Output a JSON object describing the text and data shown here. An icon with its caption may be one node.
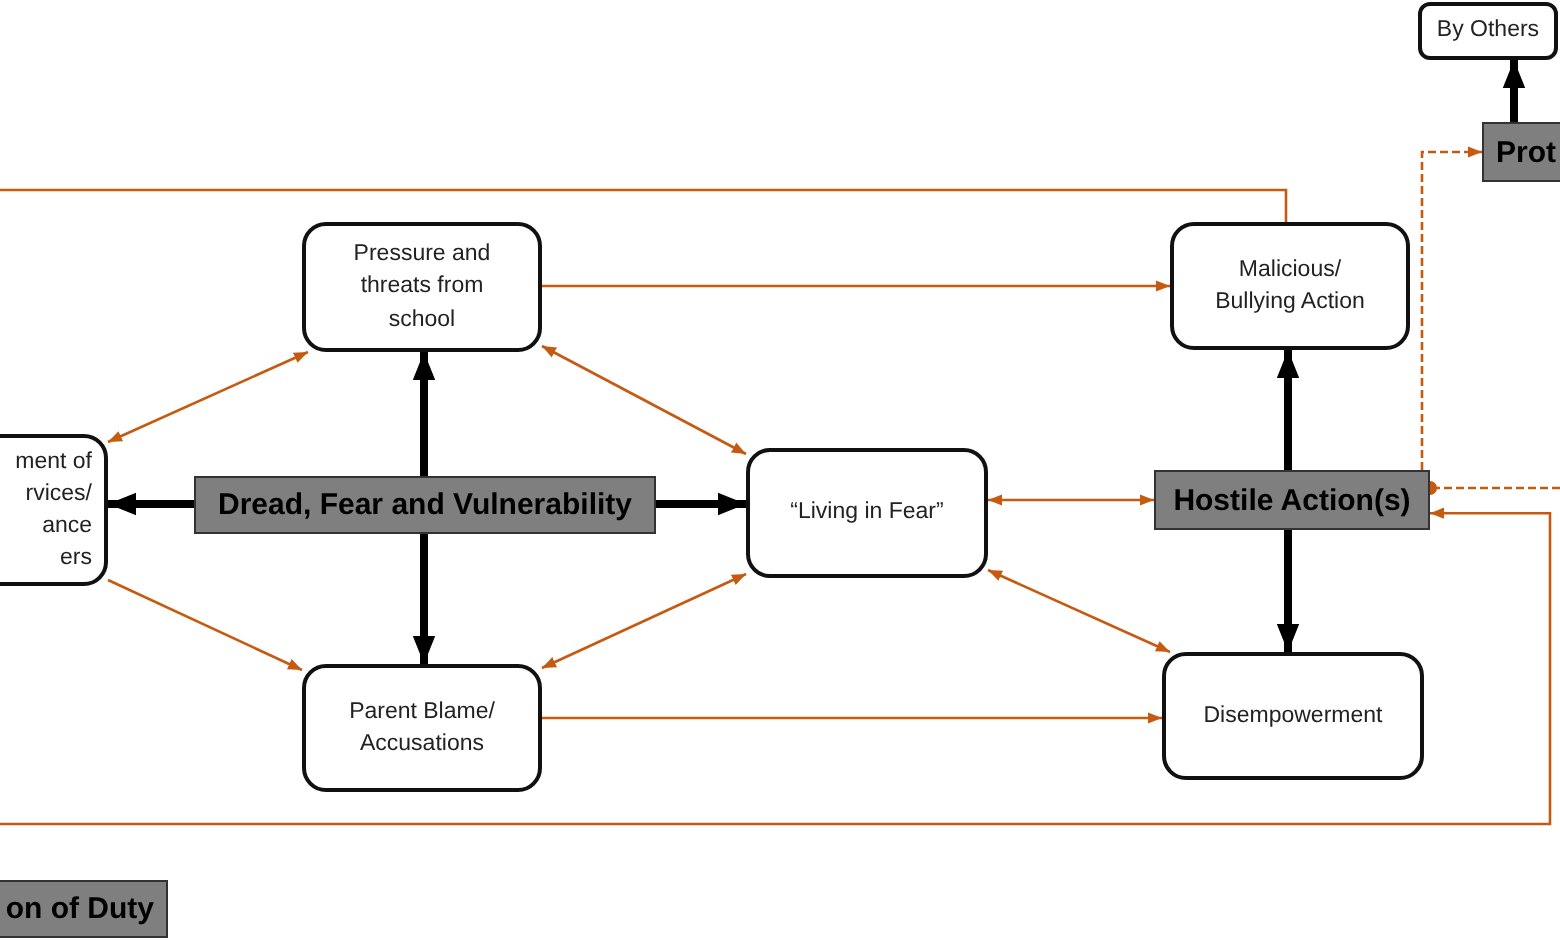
{
  "diagram": {
    "nodes": [
      {
        "text": [
          "ment of rvices/ ance ers"
        ]
      },
      {
        "text": [
          "Pressure and threats from school"
        ]
      },
      {
        "text": [
          "Dread, Fear and Vulnerability"
        ]
      },
      {
        "text": [
          "“Living in Fear”"
        ]
      },
      {
        "text": [
          "Parent Blame/ Accusations"
        ]
      },
      {
        "text": [
          "Malicious/ Bullying Action"
        ]
      },
      {
        "text": [
          "Hostile Action(s)"
        ]
      },
      {
        "text": [
          "Disempowerment"
        ]
      },
      {
        "text": [
          "By Others"
        ]
      },
      {
        "text": [
          "Prot"
        ]
      },
      {
        "text": [
          "on of Duty"
        ]
      }
    ],
    "edges": [
      {
        "from": 2,
        "to": 1,
        "arrow": "to",
        "style": "thick",
        "color": "#000000"
      },
      {
        "from": 2,
        "to": 4,
        "arrow": "to",
        "style": "thick",
        "color": "#000000"
      },
      {
        "from": 2,
        "to": 0,
        "arrow": "to",
        "style": "thick",
        "color": "#000000"
      },
      {
        "from": 2,
        "to": 3,
        "arrow": "to",
        "style": "thick",
        "color": "#000000"
      },
      {
        "from": 6,
        "to": 5,
        "arrow": "to",
        "style": "thick",
        "color": "#000000"
      },
      {
        "from": 6,
        "to": 7,
        "arrow": "to",
        "style": "thick",
        "color": "#000000"
      },
      {
        "from": 9,
        "to": 8,
        "arrow": "to",
        "style": "thick",
        "color": "#000000"
      },
      {
        "from": 0,
        "to": 1,
        "arrow": "both"
      },
      {
        "from": 0,
        "to": 4,
        "arrow": "to"
      },
      {
        "from": 1,
        "to": 3,
        "arrow": "both"
      },
      {
        "from": 4,
        "to": 3,
        "arrow": "both"
      },
      {
        "from": 3,
        "to": 6,
        "arrow": "both"
      },
      {
        "from": 3,
        "to": 7,
        "arrow": "both"
      },
      {
        "from": 1,
        "to": 5,
        "arrow": "to"
      },
      {
        "from": 4,
        "to": 7,
        "arrow": "to"
      },
      {
        "from": null,
        "to": 5,
        "arrow": "none"
      },
      {
        "from": null,
        "to": 6,
        "arrow": "to"
      },
      {
        "from": 6,
        "to": 9,
        "arrow": "to",
        "style": "dashed"
      },
      {
        "from": null,
        "to": 6,
        "arrow": "other",
        "style": "dashed"
      }
    ]
  }
}
